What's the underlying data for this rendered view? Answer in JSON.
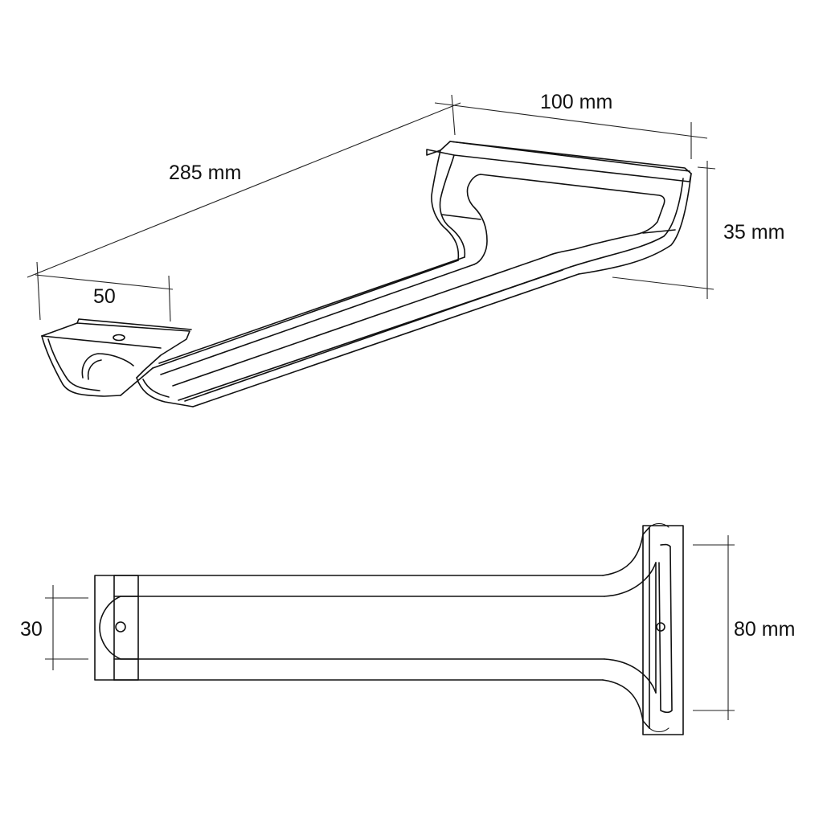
{
  "dimensions": {
    "length": "285 mm",
    "width": "100 mm",
    "height": "35 mm",
    "front_width": "50",
    "top_width": "80 mm",
    "top_narrow": "30"
  },
  "colors": {
    "line": "#111111",
    "background": "#ffffff"
  }
}
